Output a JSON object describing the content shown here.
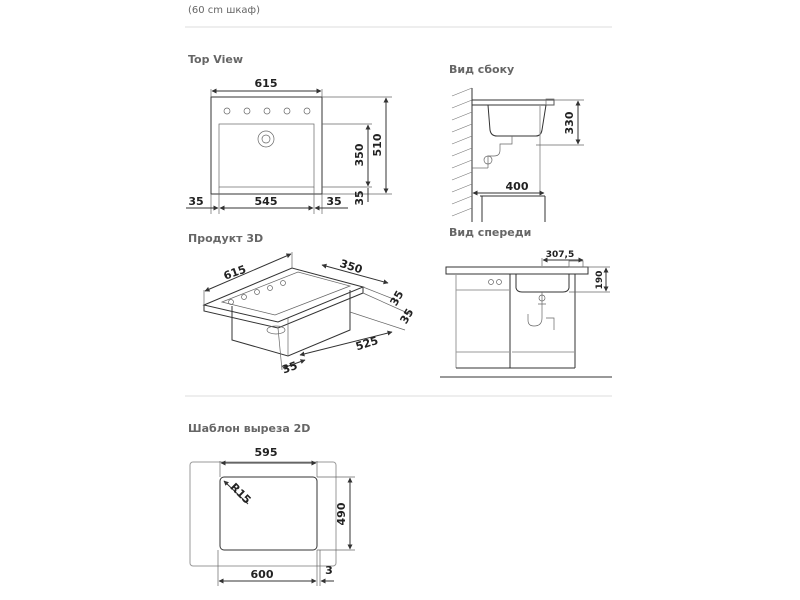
{
  "caption": "(60 cm шкаф)",
  "titles": {
    "top_view": "Top View",
    "side_view": "Вид сбоку",
    "product_3d": "Продукт 3D",
    "front_view": "Вид спереди",
    "template_2d": "Шаблон выреза 2D"
  },
  "top_view": {
    "width_total": "615",
    "height_total": "510",
    "bowl_height": "350",
    "margin_bottom": "35",
    "margin_left": "35",
    "inner_width": "545",
    "margin_right": "35"
  },
  "side_view": {
    "height": "330",
    "depth": "400"
  },
  "product_3d": {
    "width": "615",
    "bowl_width": "350",
    "edge_a": "35",
    "edge_b": "35",
    "edge_front": "35",
    "depth": "525"
  },
  "front_view": {
    "offset": "307,5",
    "height": "190"
  },
  "template_2d": {
    "inner_width": "595",
    "radius": "R15",
    "height": "490",
    "outer_width": "600",
    "gap": "3"
  }
}
